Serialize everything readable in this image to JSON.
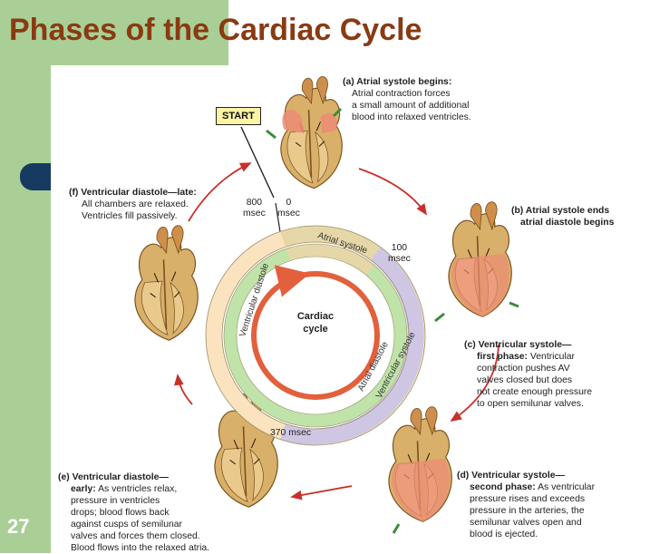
{
  "slide": {
    "title_part1": "Phases of the",
    "title_part2": "Cardiac Cycle",
    "page_number": "27"
  },
  "start_label": "START",
  "cycle": {
    "center_line1": "Cardiac",
    "center_line2": "cycle",
    "arcs": [
      "Atrial systole",
      "Ventricular diastole",
      "Atrial diastole",
      "Ventricular systole"
    ],
    "time_800": "800",
    "time_0": "0",
    "msec": "msec",
    "time_100": "100",
    "time_370": "370 msec"
  },
  "phases": {
    "a": {
      "title": "(a) Atrial systole begins:",
      "lines": [
        "Atrial contraction forces",
        "a small amount of additional",
        "blood into relaxed ventricles."
      ]
    },
    "b": {
      "title1": "(b) Atrial systole ends",
      "title2": "atrial diastole begins"
    },
    "c": {
      "title1": "(c) Ventricular systole—",
      "title2": "first phase:",
      "rest": "Ventricular",
      "lines": [
        "contraction pushes AV",
        "valves closed but does",
        "not create enough pressure",
        "to open semilunar valves."
      ]
    },
    "d": {
      "title1": "(d) Ventricular systole—",
      "title2": "second phase:",
      "rest": "As ventricular",
      "lines": [
        "pressure rises and exceeds",
        "pressure in the arteries, the",
        "semilunar valves open and",
        "blood is ejected."
      ]
    },
    "e": {
      "title1": "(e) Ventricular diastole—",
      "title2": "early:",
      "rest": "As ventricles relax,",
      "lines": [
        "pressure in ventricles",
        "drops; blood flows back",
        "against cusps of semilunar",
        "valves and forces them closed.",
        "Blood flows into the relaxed atria."
      ]
    },
    "f": {
      "title": "(f) Ventricular diastole—late:",
      "lines": [
        "All chambers are relaxed.",
        "Ventricles fill passively."
      ]
    }
  },
  "colors": {
    "title": "#8a3a12",
    "slide_green": "#a9cf96",
    "navy": "#173a60",
    "arrow_red": "#c8302a",
    "atrial_systole": "#e6d7a8",
    "ventricular_diastole": "#fbe3bf",
    "atrial_diastole": "#bfe3a8",
    "ventricular_systole": "#cfc6e3",
    "inner_red": "#e2603c",
    "heart_tan": "#d9b06a",
    "heart_pink": "#ec8c76"
  }
}
